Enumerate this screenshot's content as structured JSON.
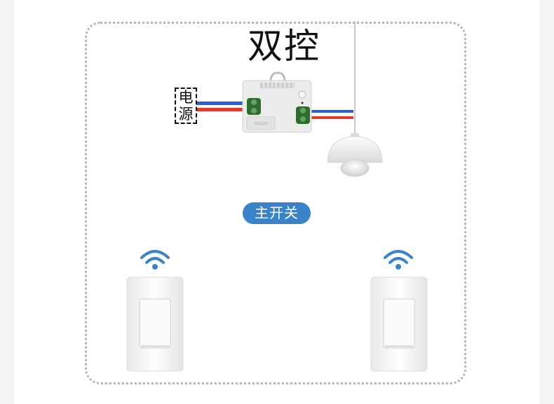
{
  "title": "双控",
  "power_label": [
    "电",
    "源"
  ],
  "badge": "主开关",
  "colors": {
    "badge": "#3a83c9",
    "wifi": "#3a83c9",
    "wire_blue": "#2b5fd9",
    "wire_red": "#e23a2e",
    "terminal": "#2f6b2f",
    "frame_dots": "#b5b5b5"
  },
  "icons": [
    "wifi-icon",
    "pendant-lamp-icon",
    "wall-switch-icon",
    "relay-module-icon"
  ]
}
